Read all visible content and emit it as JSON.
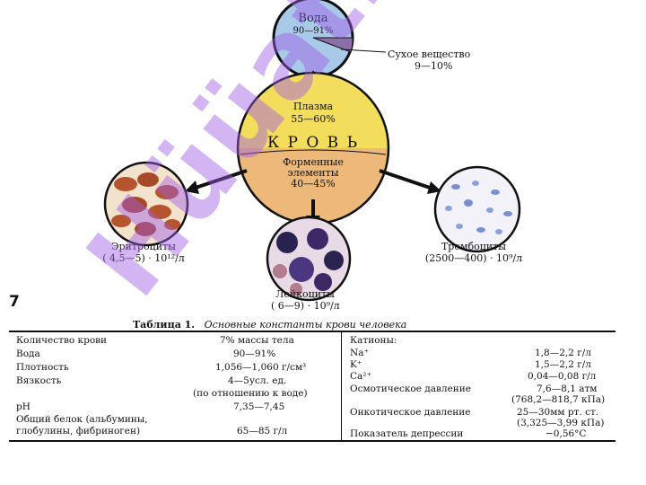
{
  "diagram": {
    "water": {
      "title": "Вода",
      "value": "90—91%"
    },
    "dry": {
      "title": "Сухое вещество",
      "value": "9—10%"
    },
    "plasma": {
      "title": "Плазма",
      "value": "55—60%"
    },
    "blood": "К Р О В Ь",
    "formed": {
      "title1": "Форменные",
      "title2": "элементы",
      "value": "40—45%"
    },
    "erythro": {
      "title": "Эритроциты",
      "value": "( 4,5—5) · 10¹²/л"
    },
    "leuko": {
      "title": "Лейкоциты",
      "value": "( 6—9) · 10⁹/л"
    },
    "thrombo": {
      "title": "Тромбоциты",
      "value": "(2500—400) · 10⁹/л"
    }
  },
  "watermark": "Hüüat24",
  "page_number": "7",
  "table": {
    "caption_num": "Таблица 1.",
    "caption_text": "Основные константы крови человека",
    "left": [
      {
        "name": "Количество крови",
        "value": "7% массы тела"
      },
      {
        "name": "Вода",
        "value": "90—91%"
      },
      {
        "name": "Плотность",
        "value": "1,056—1,060 г/см³"
      },
      {
        "name": "Вязкость",
        "value": "4—5усл. ед."
      },
      {
        "name": "",
        "value": "(по отношению к воде)"
      },
      {
        "name": "pH",
        "value": "7,35—7,45"
      },
      {
        "name": "Общий белок (альбумины,",
        "value": ""
      },
      {
        "name": "глобулины, фибриноген)",
        "value": "65—85 г/л"
      }
    ],
    "right": [
      {
        "name": "Катионы:",
        "value": ""
      },
      {
        "name": "Na⁺",
        "value": "1,8—2,2 г/л"
      },
      {
        "name": "K⁺",
        "value": "1,5—2,2 г/л"
      },
      {
        "name": "Ca²⁺",
        "value": "0,04—0,08 г/л"
      },
      {
        "name": "Осмотическое  давление",
        "value": "7,6—8,1 атм"
      },
      {
        "name": "",
        "value": "(768,2—818,7 кПа)"
      },
      {
        "name": "Онкотическое  давление",
        "value": "25—30мм рт. ст."
      },
      {
        "name": "",
        "value": "(3,325—3,99 кПа)"
      },
      {
        "name": "Показатель депрессии",
        "value": "−0,56°C"
      }
    ]
  }
}
